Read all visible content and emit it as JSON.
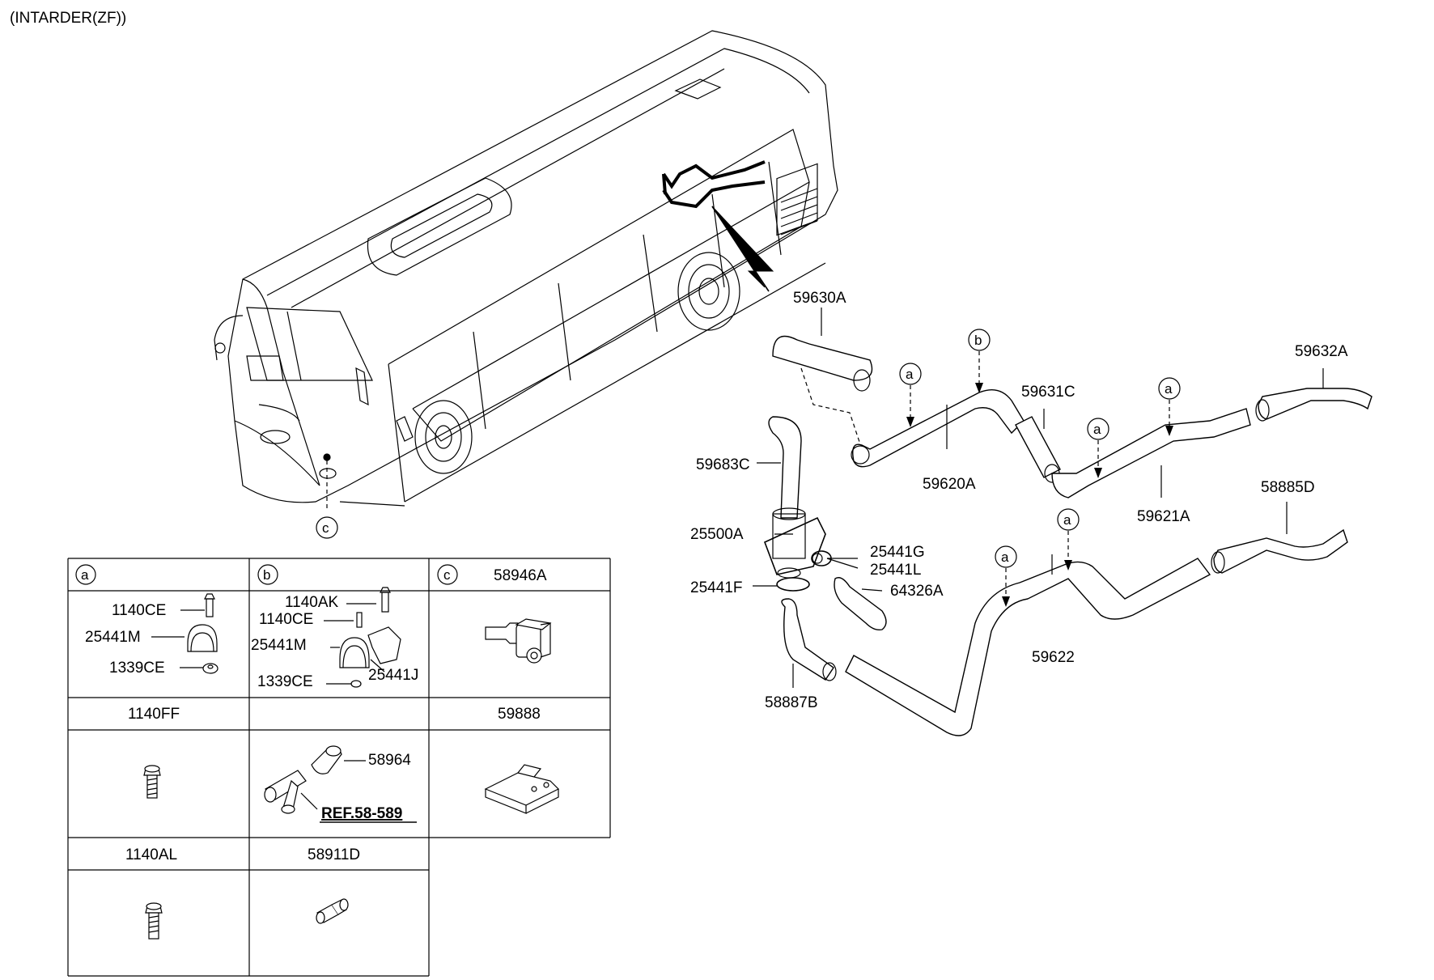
{
  "page": {
    "title": "(INTARDER(ZF))"
  },
  "callouts": {
    "p59630A": "59630A",
    "p59620A": "59620A",
    "p59631C": "59631C",
    "p59621A": "59621A",
    "p59632A": "59632A",
    "p59683C": "59683C",
    "p25500A": "25500A",
    "p25441G": "25441G",
    "p25441L": "25441L",
    "p25441F": "25441F",
    "p64326A": "64326A",
    "p58887B": "58887B",
    "p59622": "59622",
    "p58885D": "58885D"
  },
  "refs": {
    "a": "a",
    "b": "b",
    "c": "c"
  },
  "table": {
    "headers": {
      "a": "a",
      "b": "b",
      "c": "c",
      "c_part": "58946A",
      "row2_a": "1140FF",
      "row2_b": "",
      "row2_c": "59888",
      "row3_a": "1140AL",
      "row3_b": "58911D"
    },
    "cell_a": {
      "l1": "1140CE",
      "l2": "25441M",
      "l3": "1339CE"
    },
    "cell_b": {
      "l1": "1140AK",
      "l2": "1140CE",
      "l3": "25441M",
      "l4": "25441J",
      "l5": "1339CE"
    },
    "cell_b2": {
      "l1": "58964",
      "ref": "REF.58-589"
    }
  }
}
